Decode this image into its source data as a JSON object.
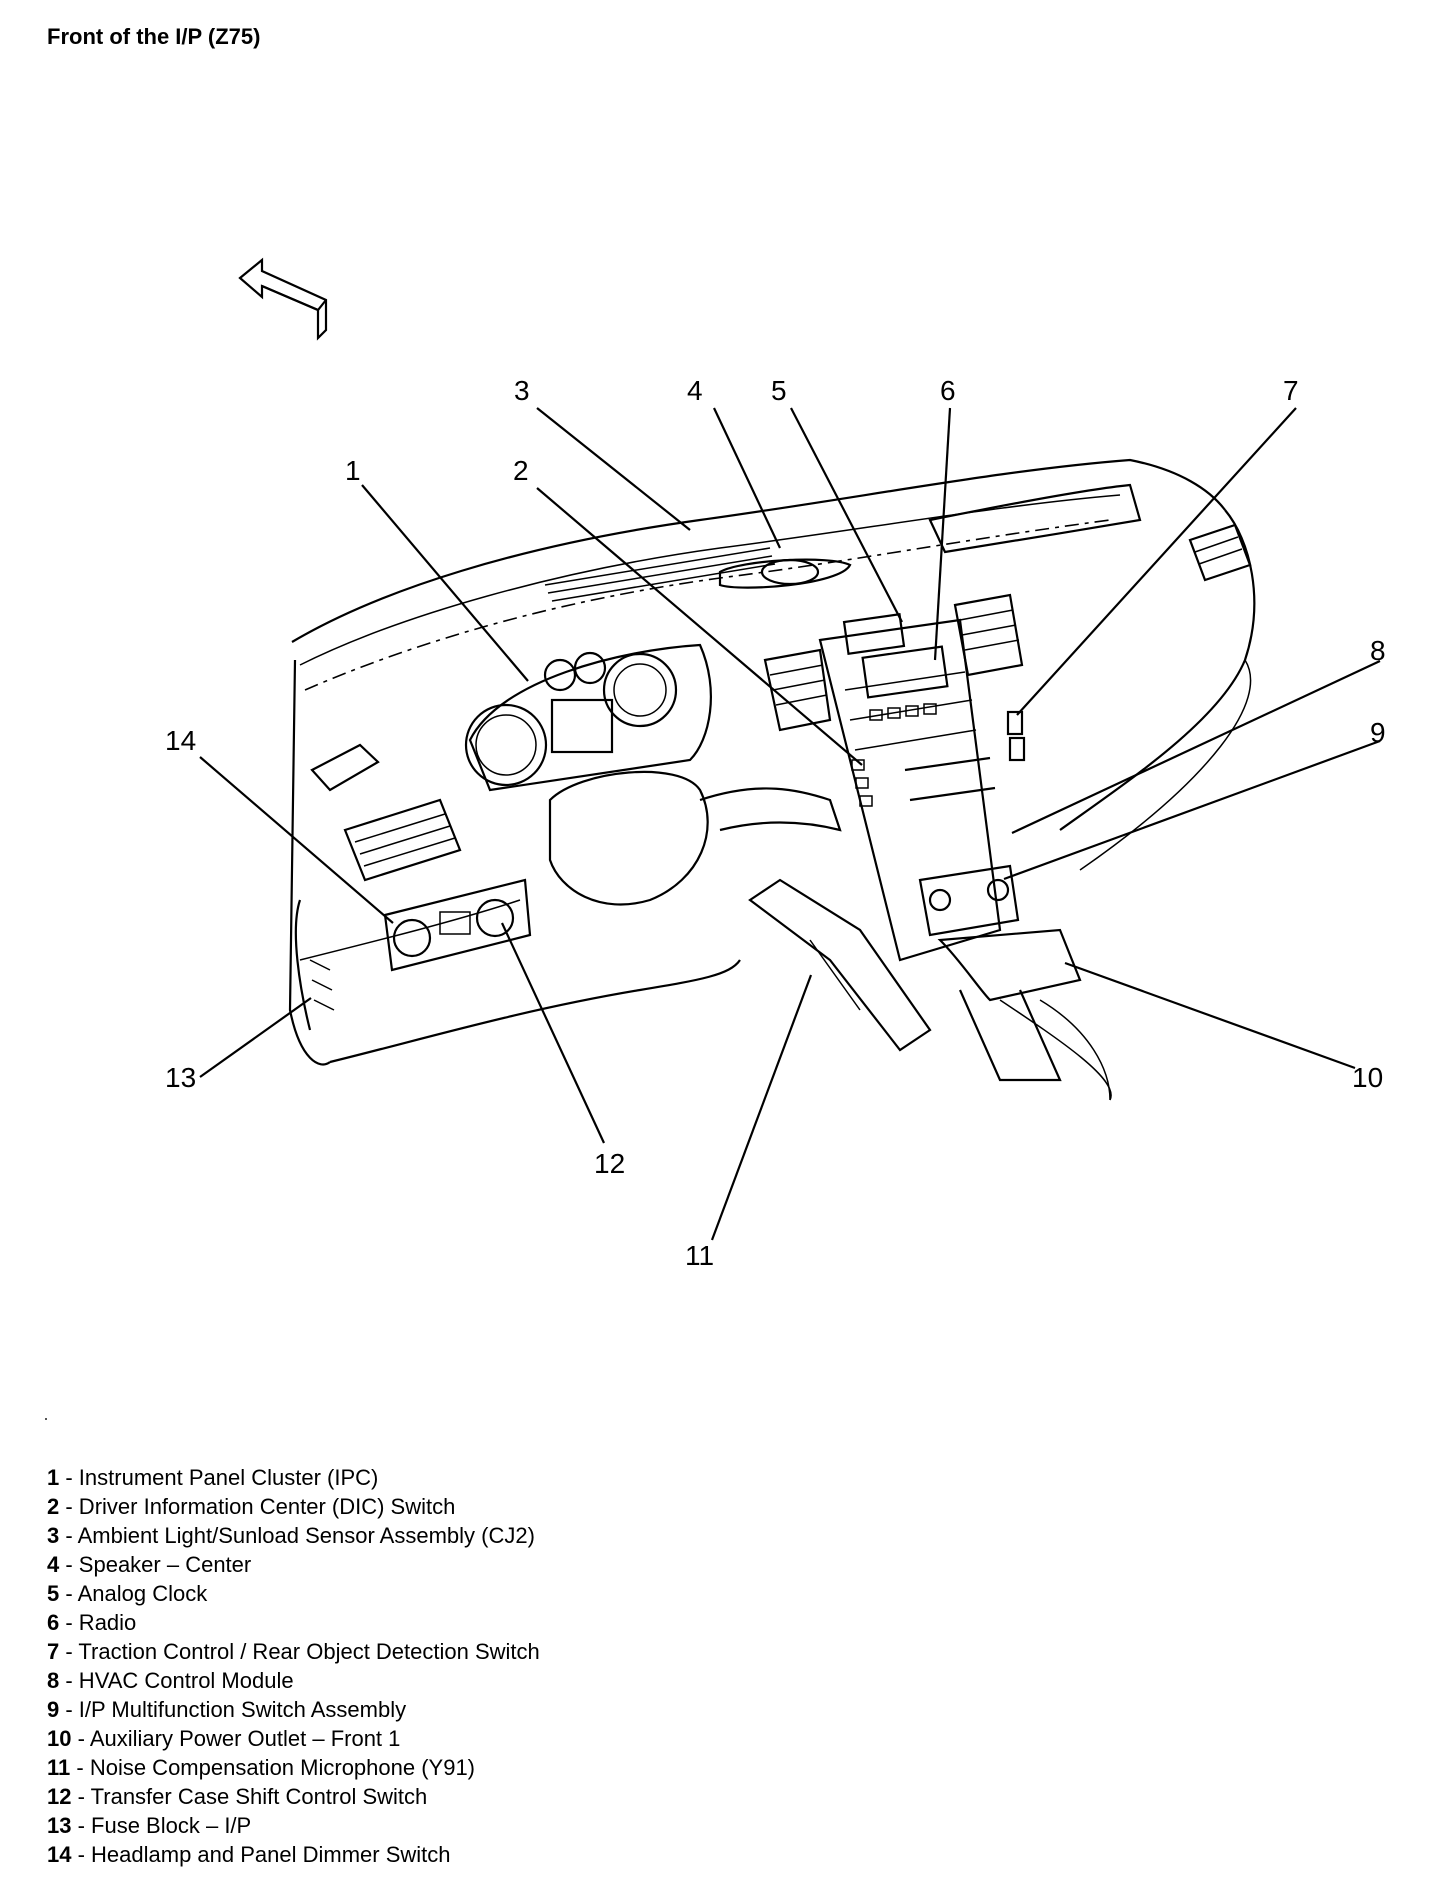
{
  "title": "Front of the I/P (Z75)",
  "callouts": [
    "1",
    "2",
    "3",
    "4",
    "5",
    "6",
    "7",
    "8",
    "9",
    "10",
    "11",
    "12",
    "13",
    "14"
  ],
  "legend": [
    {
      "num": "1",
      "text": " - Instrument Panel Cluster (IPC)"
    },
    {
      "num": "2",
      "text": " - Driver Information Center (DIC) Switch"
    },
    {
      "num": "3",
      "text": " - Ambient Light/Sunload Sensor Assembly (CJ2)"
    },
    {
      "num": "4",
      "text": " - Speaker – Center"
    },
    {
      "num": "5",
      "text": " - Analog Clock"
    },
    {
      "num": "6",
      "text": " - Radio"
    },
    {
      "num": "7",
      "text": " - Traction Control / Rear Object Detection Switch"
    },
    {
      "num": "8",
      "text": " - HVAC Control Module"
    },
    {
      "num": "9",
      "text": " - I/P Multifunction Switch Assembly"
    },
    {
      "num": "10",
      "text": " - Auxiliary Power Outlet – Front 1"
    },
    {
      "num": "11",
      "text": " - Noise Compensation Microphone (Y91)"
    },
    {
      "num": "12",
      "text": " - Transfer Case Shift Control Switch"
    },
    {
      "num": "13",
      "text": " - Fuse Block – I/P"
    },
    {
      "num": "14",
      "text": " - Headlamp and Panel Dimmer Switch"
    }
  ],
  "colors": {
    "ink": "#000000",
    "background": "#ffffff"
  }
}
